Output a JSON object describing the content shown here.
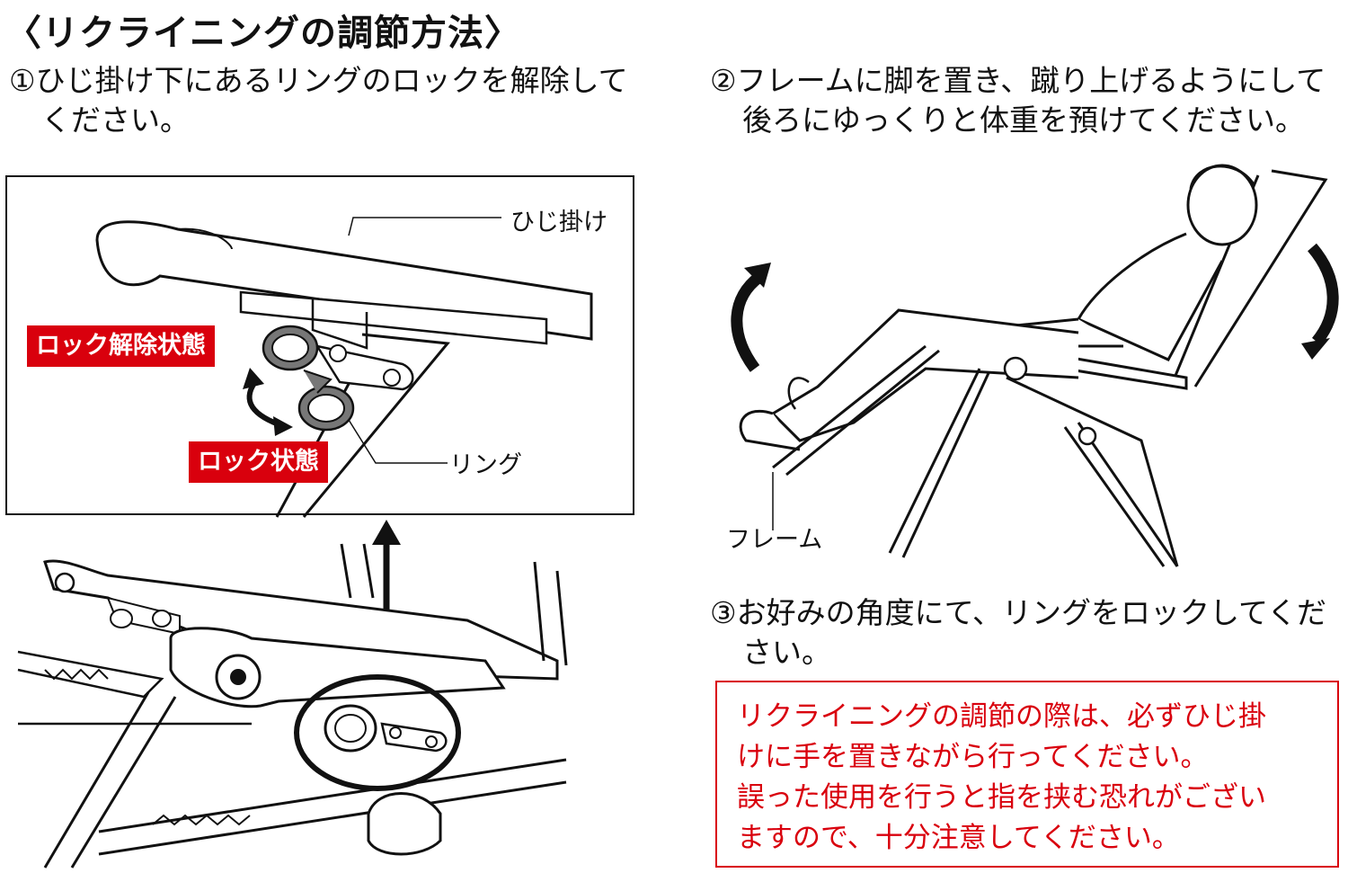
{
  "title": "〈リクライニングの調節方法〉",
  "steps": [
    {
      "marker": "①",
      "lines": [
        "ひじ掛け下にあるリングのロックを解除して",
        "ください。"
      ]
    },
    {
      "marker": "②",
      "lines": [
        "フレームに脚を置き、蹴り上げるようにして",
        "後ろにゆっくりと体重を預けてください。"
      ]
    },
    {
      "marker": "③",
      "lines": [
        "お好みの角度にて、リングをロックしてくだ",
        "さい。"
      ]
    }
  ],
  "detail_labels": {
    "armrest": "ひじ掛け",
    "ring": "リング",
    "unlocked": "ロック解除状態",
    "locked": "ロック状態"
  },
  "frame_label": "フレーム",
  "warning": {
    "lines": [
      "リクライニングの調節の際は、必ずひじ掛",
      "けに手を置きながら行ってください。",
      "誤った使用を行うと指を挟む恐れがござい",
      "ますので、十分注意してください。"
    ]
  },
  "colors": {
    "accent_red": "#d9000d",
    "line": "#111111"
  }
}
